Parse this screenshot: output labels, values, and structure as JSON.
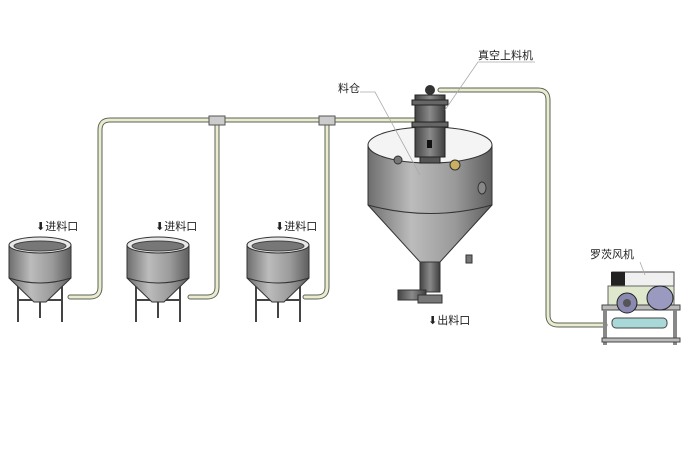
{
  "labels": {
    "inlet_1": "⬇进料口",
    "inlet_2": "⬇进料口",
    "inlet_3": "⬇进料口",
    "silo": "料仓",
    "vacuum_loader": "真空上料机",
    "roots_blower": "罗茨风机",
    "outlet": "⬇出料口"
  },
  "colors": {
    "pipe": "#e8e6c8",
    "pipe_edge": "#556655",
    "steel": "#9a9a9a",
    "steel_dark": "#5a5a5a",
    "blower_blue": "#8a8ab0",
    "roller_cyan": "#a8d8d8"
  }
}
